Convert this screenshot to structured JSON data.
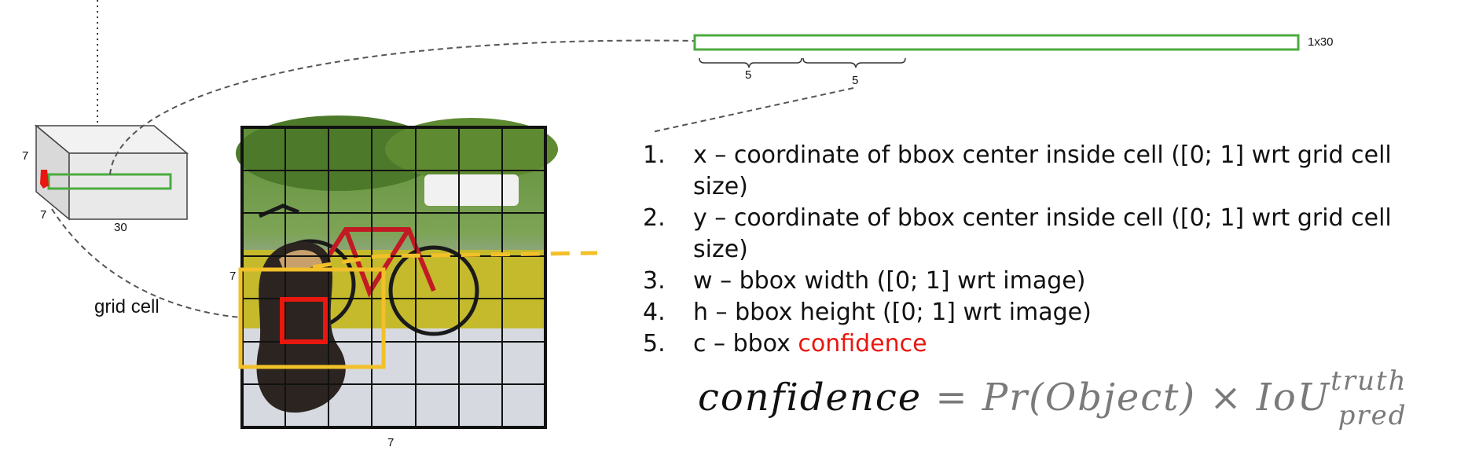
{
  "colors": {
    "box_green": "#4bab3f",
    "anchor_yellow": "#f2c029",
    "cell_red": "#e8170f",
    "accent_red": "#e8170f",
    "dashed_gray": "#555555"
  },
  "tensor": {
    "dim_height": "7",
    "dim_width": "7",
    "dim_depth": "30",
    "label": "grid cell"
  },
  "image": {
    "grid_rows": 7,
    "grid_cols": 7,
    "side_label": "7",
    "bottom_label": "7",
    "description_icon": "dog-bicycle-photo"
  },
  "vector": {
    "size_label": "1x30",
    "bracket_1": "5",
    "bracket_2": "5"
  },
  "list": [
    {
      "num": "1.",
      "text": "x – coordinate of bbox center inside cell ([0; 1] wrt grid cell size)"
    },
    {
      "num": "2.",
      "text": "y – coordinate of bbox center inside cell ([0; 1] wrt grid cell size)"
    },
    {
      "num": "3.",
      "text": "w – bbox width ([0; 1] wrt image)"
    },
    {
      "num": "4.",
      "text": "h – bbox height ([0; 1] wrt image)"
    },
    {
      "num": "5.",
      "text_before": "c – bbox ",
      "text_highlight": "confidence"
    }
  ],
  "formula": {
    "lhs": "confidence",
    "rhs": "= Pr(Object) × IoU",
    "sup": "truth",
    "sub": "pred"
  }
}
